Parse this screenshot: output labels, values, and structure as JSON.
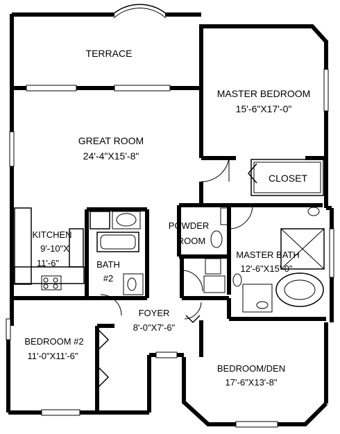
{
  "rooms": {
    "terrace": {
      "name": "TERRACE"
    },
    "master_bedroom": {
      "name": "MASTER BEDROOM",
      "size": "15'-6\"X17'-0\""
    },
    "great_room": {
      "name": "GREAT ROOM",
      "size": "24'-4\"X15'-8\""
    },
    "closet": {
      "name": "CLOSET"
    },
    "powder_room": {
      "line1": "POWDER",
      "line2": "ROOM"
    },
    "kitchen": {
      "name": "KITCHEN",
      "size_line1": "9'-10\"X",
      "size_line2": "11'-6\""
    },
    "bath2": {
      "line1": "BATH",
      "line2": "#2"
    },
    "master_bath": {
      "name": "MASTER BATH",
      "size": "12'-6\"X15'-0\""
    },
    "foyer": {
      "name": "FOYER",
      "size": "8'-0\"X7'-6\""
    },
    "bedroom2": {
      "name": "BEDROOM #2",
      "size": "11'-0\"X11'-6\""
    },
    "bedroom_den": {
      "name": "BEDROOM/DEN",
      "size": "17'-6\"X13'-8\""
    }
  }
}
